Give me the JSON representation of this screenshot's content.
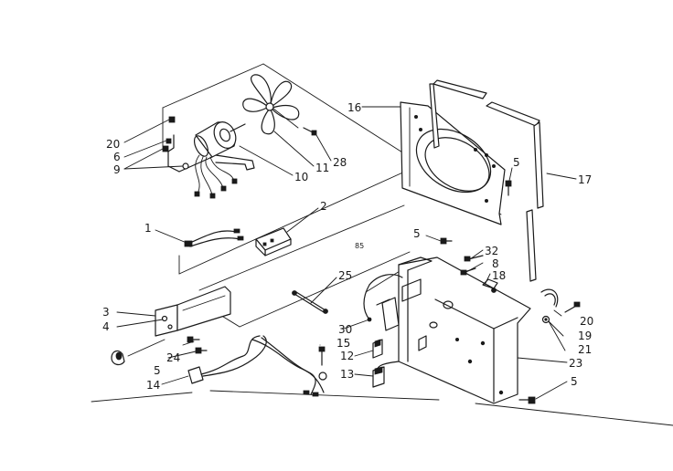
{
  "diagram_code": "85",
  "callouts": [
    {
      "id": "c20a",
      "label": "20"
    },
    {
      "id": "c6",
      "label": "6"
    },
    {
      "id": "c9",
      "label": "9"
    },
    {
      "id": "c10",
      "label": "10"
    },
    {
      "id": "c11",
      "label": "11"
    },
    {
      "id": "c28",
      "label": "28"
    },
    {
      "id": "c16",
      "label": "16"
    },
    {
      "id": "c17",
      "label": "17"
    },
    {
      "id": "c5a",
      "label": "5"
    },
    {
      "id": "c5b",
      "label": "5"
    },
    {
      "id": "c2",
      "label": "2"
    },
    {
      "id": "c1",
      "label": "1"
    },
    {
      "id": "c32",
      "label": "32"
    },
    {
      "id": "c8",
      "label": "8"
    },
    {
      "id": "c18",
      "label": "18"
    },
    {
      "id": "c25",
      "label": "25"
    },
    {
      "id": "c3",
      "label": "3"
    },
    {
      "id": "c4",
      "label": "4"
    },
    {
      "id": "c24",
      "label": "24"
    },
    {
      "id": "c5c",
      "label": "5"
    },
    {
      "id": "c15",
      "label": "15"
    },
    {
      "id": "c30",
      "label": "30"
    },
    {
      "id": "c12",
      "label": "12"
    },
    {
      "id": "c13",
      "label": "13"
    },
    {
      "id": "c14",
      "label": "14"
    },
    {
      "id": "c20b",
      "label": "20"
    },
    {
      "id": "c19",
      "label": "19"
    },
    {
      "id": "c21",
      "label": "21"
    },
    {
      "id": "c23",
      "label": "23"
    },
    {
      "id": "c5d",
      "label": "5"
    }
  ]
}
